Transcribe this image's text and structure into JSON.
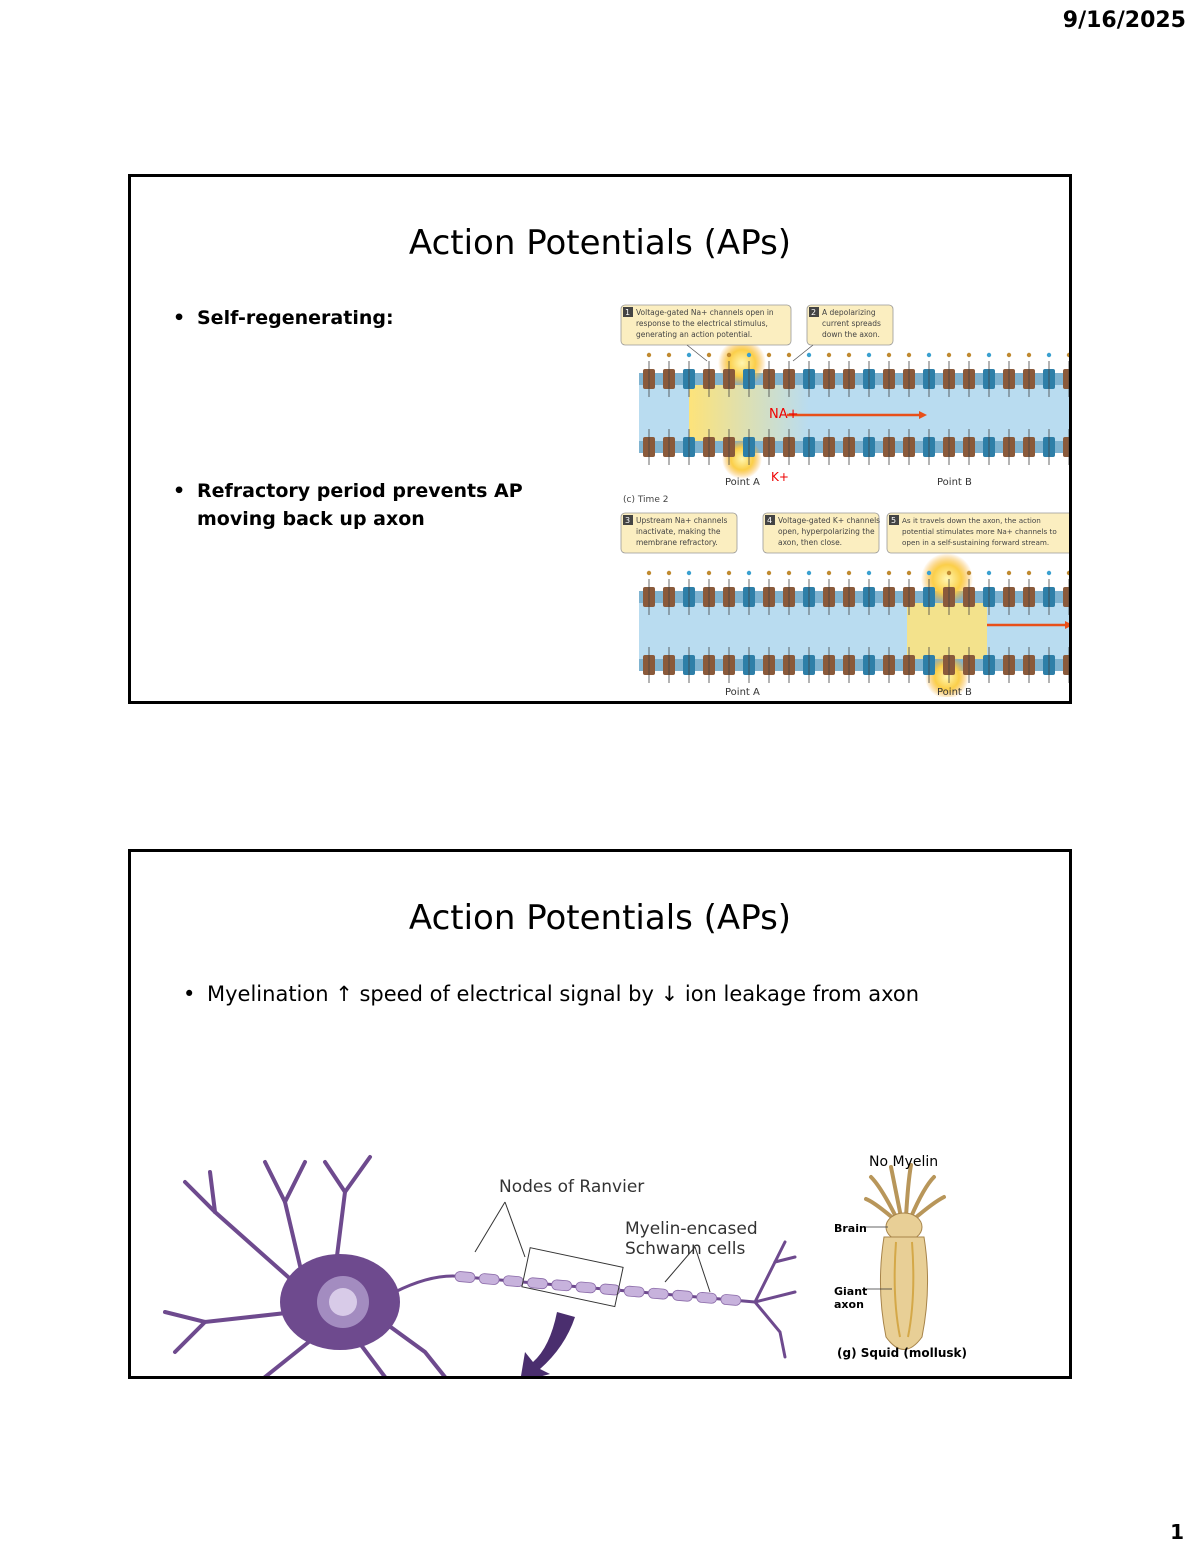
{
  "header": {
    "date": "9/16/2025"
  },
  "footer": {
    "page_number": "1"
  },
  "slide1": {
    "title": "Action Potentials (APs)",
    "bullets": [
      "Self-regenerating:",
      "Refractory period prevents AP moving back up axon"
    ],
    "figure": {
      "step1_num": "1",
      "step1_text": [
        "Voltage-gated Na+ channels open in",
        "response to the electrical stimulus,",
        "generating an action potential."
      ],
      "step2_num": "2",
      "step2_text": [
        "A depolarizing",
        "current spreads",
        "down the axon."
      ],
      "na_label": "NA+",
      "k_label": "K+",
      "point_a": "Point A",
      "point_b": "Point B",
      "time_label": "(c) Time 2",
      "step3_num": "3",
      "step3_text": [
        "Upstream Na+ channels",
        "inactivate, making the",
        "membrane refractory."
      ],
      "step4_num": "4",
      "step4_text": [
        "Voltage-gated K+ channels",
        "open, hyperpolarizing the",
        "axon, then close."
      ],
      "step5_num": "5",
      "step5_text": [
        "As it travels down the axon, the action",
        "potential stimulates more Na+ channels to",
        "open in a self-sustaining forward stream."
      ]
    }
  },
  "slide2": {
    "title": "Action Potentials (APs)",
    "bullet": "Myelination ↑ speed of electrical signal by ↓ ion leakage from axon",
    "labels": {
      "nodes": "Nodes of Ranvier",
      "myelin_line1": "Myelin-encased",
      "myelin_line2": "Schwann cells",
      "no_myelin": "No Myelin",
      "brain": "Brain",
      "giant_axon_line1": "Giant",
      "giant_axon_line2": "axon",
      "squid_caption": "(g) Squid (mollusk)"
    }
  },
  "colors": {
    "membrane_blue": "#b9dcf0",
    "depolarized_yellow": "#fde37a",
    "channel_brown": "#8a5a3b",
    "channel_blue": "#2e7fa8",
    "label_box": "#fbeec0",
    "neuron_purple": "#6e4a8e",
    "squid_tan": "#e8cf96",
    "arrow_red": "#e8501a"
  }
}
